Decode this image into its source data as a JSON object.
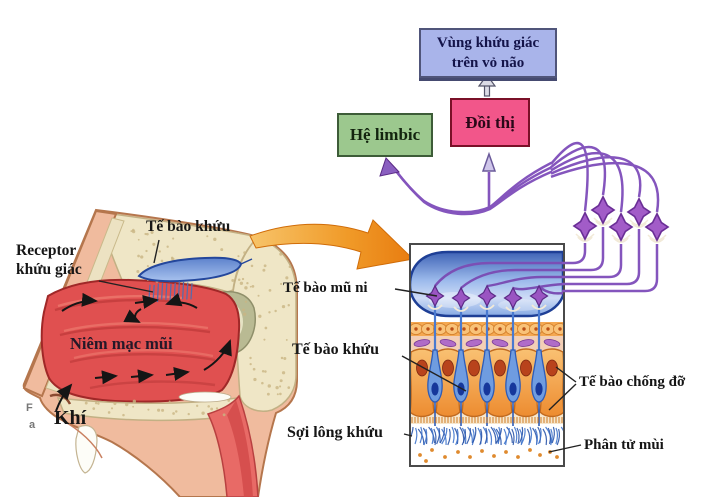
{
  "boxes": {
    "cortex": {
      "label": "Vùng khứu giác trên vỏ não",
      "bg": "#a9b4ea"
    },
    "thalamus": {
      "label": "Đồi thị",
      "bg": "#f2568a"
    },
    "limbic": {
      "label": "Hệ limbic",
      "bg": "#9cc88e"
    }
  },
  "nose": {
    "olfactory_cell": "Tế bào khứu",
    "receptor_line1": "Receptor",
    "receptor_line2": "khứu giác",
    "mucosa": "Niêm mạc mũi",
    "air": "Khí",
    "corner_f": "F",
    "corner_a": "a"
  },
  "epithelium": {
    "mitral_cell": "Tế bào mũ ni",
    "olfactory_cell": "Tế bào khứu",
    "olfactory_hairs": "Sợi lông khứu",
    "supporting_cell": "Tế bào chống đỡ",
    "odor_molecule": "Phân tử mùi"
  },
  "colors": {
    "fiber_purple": "#8455bd",
    "bulb_blue": "#4a6fc0",
    "mucosa_red": "#e05050",
    "arrow_orange": "#f09020",
    "supporting_cell_orange": "#f2a04a",
    "receptor_cell_blue": "#6f9ce0"
  }
}
